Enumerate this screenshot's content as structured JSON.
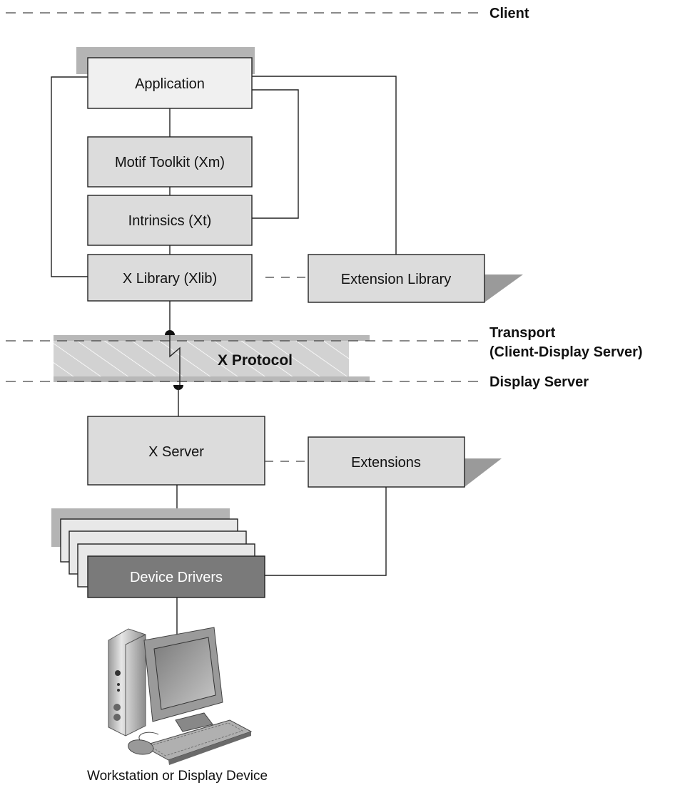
{
  "layers": {
    "client": "Client",
    "transport": "Transport",
    "transport_sub": "(Client-Display Server)",
    "display_server": "Display Server"
  },
  "protocol": "X Protocol",
  "boxes": {
    "application": "Application",
    "motif": "Motif Toolkit (Xm)",
    "intrinsics": "Intrinsics (Xt)",
    "xlib": "X Library (Xlib)",
    "extension_library": "Extension Library",
    "x_server": "X Server",
    "extensions": "Extensions",
    "device_drivers": "Device Drivers"
  },
  "caption": "Workstation or Display Device",
  "colors": {
    "box_light": "#f0f0f0",
    "box_gray": "#dcdcdc",
    "shadow": "#b4b4b4",
    "drivers": "#7a7a7a",
    "protocol_band": "#d2d2d2"
  }
}
